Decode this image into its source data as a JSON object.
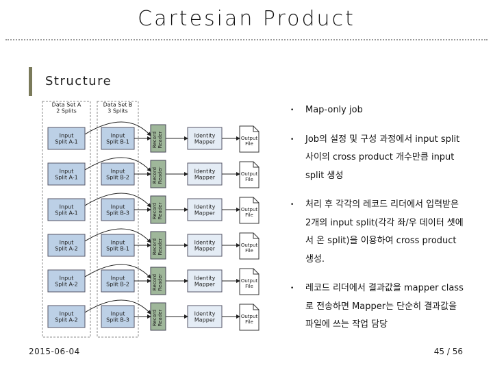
{
  "slide": {
    "title": "Cartesian Product",
    "section": "Structure",
    "date": "2015-06-04",
    "page": "45 / 56"
  },
  "diagram": {
    "dataset_a_title": [
      "Data Set A",
      "2 Splits"
    ],
    "dataset_b_title": [
      "Data Set B",
      "3 Splits"
    ],
    "rows": [
      {
        "a": [
          "Input",
          "Split A-1"
        ],
        "b": [
          "Input",
          "Split B-1"
        ]
      },
      {
        "a": [
          "Input",
          "Split A-1"
        ],
        "b": [
          "Input",
          "Split B-2"
        ]
      },
      {
        "a": [
          "Input",
          "Split A-1"
        ],
        "b": [
          "Input",
          "Split B-3"
        ]
      },
      {
        "a": [
          "Input",
          "Split A-2"
        ],
        "b": [
          "Input",
          "Split B-1"
        ]
      },
      {
        "a": [
          "Input",
          "Split A-2"
        ],
        "b": [
          "Input",
          "Split B-2"
        ]
      },
      {
        "a": [
          "Input",
          "Split A-2"
        ],
        "b": [
          "Input",
          "Split B-3"
        ]
      }
    ],
    "reader_label": [
      "Record",
      "Reader"
    ],
    "mapper_label": [
      "Identity",
      "Mapper"
    ],
    "output_label": [
      "Output",
      "File"
    ]
  },
  "bullets": [
    "Map-only job",
    "Job의 설정 및 구성 과정에서 input split 사이의 cross product 개수만큼 input split 생성",
    "처리 후 각각의 레코드 리더에서 입력받은 2개의 input split(각각 좌/우 데이터 셋에서 온 split)을 이용하여 cross product 생성.",
    "레코드 리더에서 결과값을 mapper class로 전송하면 Mapper는 단순히 결과값을 파일에 쓰는 작업 담당"
  ],
  "colors": {
    "split_fill": "#bcd0e6",
    "reader_fill": "#9fb79a",
    "mapper_fill": "#e4ecf5",
    "dashed_border": "#8a8a8a",
    "arrow": "#222222",
    "section_bar": "#7a7a5a"
  }
}
